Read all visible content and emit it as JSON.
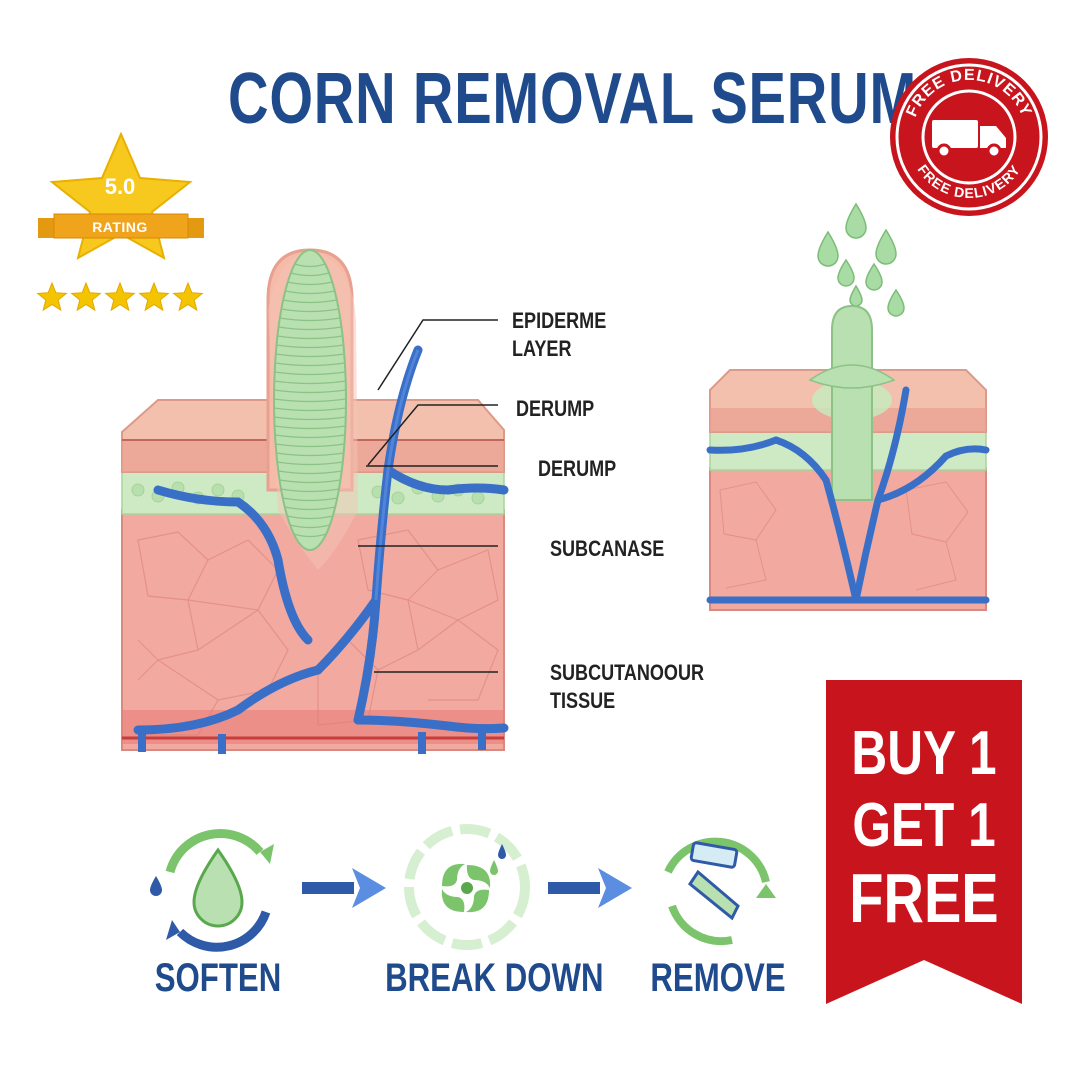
{
  "title": "CORN REMOVAL SERUM",
  "badge": {
    "top_text": "FREE DELIVERY",
    "bottom_text": "FREE DELIVERY",
    "icon": "truck-icon",
    "color": "#c8141c"
  },
  "rating": {
    "value": "5.0",
    "label": "RATING",
    "stars": 5,
    "star_color": "#f5c400"
  },
  "labels": {
    "epiderme_line1": "EPIDERME",
    "epiderme_line2": "LAYER",
    "derump1": "DERUMP",
    "derump2": "DERUMP",
    "subcanase": "SUBCANASE",
    "subcut_line1": "SUBCUTANOOUR",
    "subcut_line2": "TISSUE"
  },
  "steps": [
    {
      "label": "SOFTEN",
      "icon": "water-drop-cycle-icon"
    },
    {
      "label": "BREAK DOWN",
      "icon": "swirl-icon"
    },
    {
      "label": "REMOVE",
      "icon": "remove-strip-icon"
    }
  ],
  "promo": {
    "line1": "BUY 1",
    "line2": "GET 1",
    "line3": "FREE",
    "color": "#c8141c"
  },
  "colors": {
    "brand_blue": "#1f4a8c",
    "skin_pink": "#f0b0a0",
    "dermis_green": "#c8e8c0",
    "vein_blue": "#3a6fc8"
  }
}
